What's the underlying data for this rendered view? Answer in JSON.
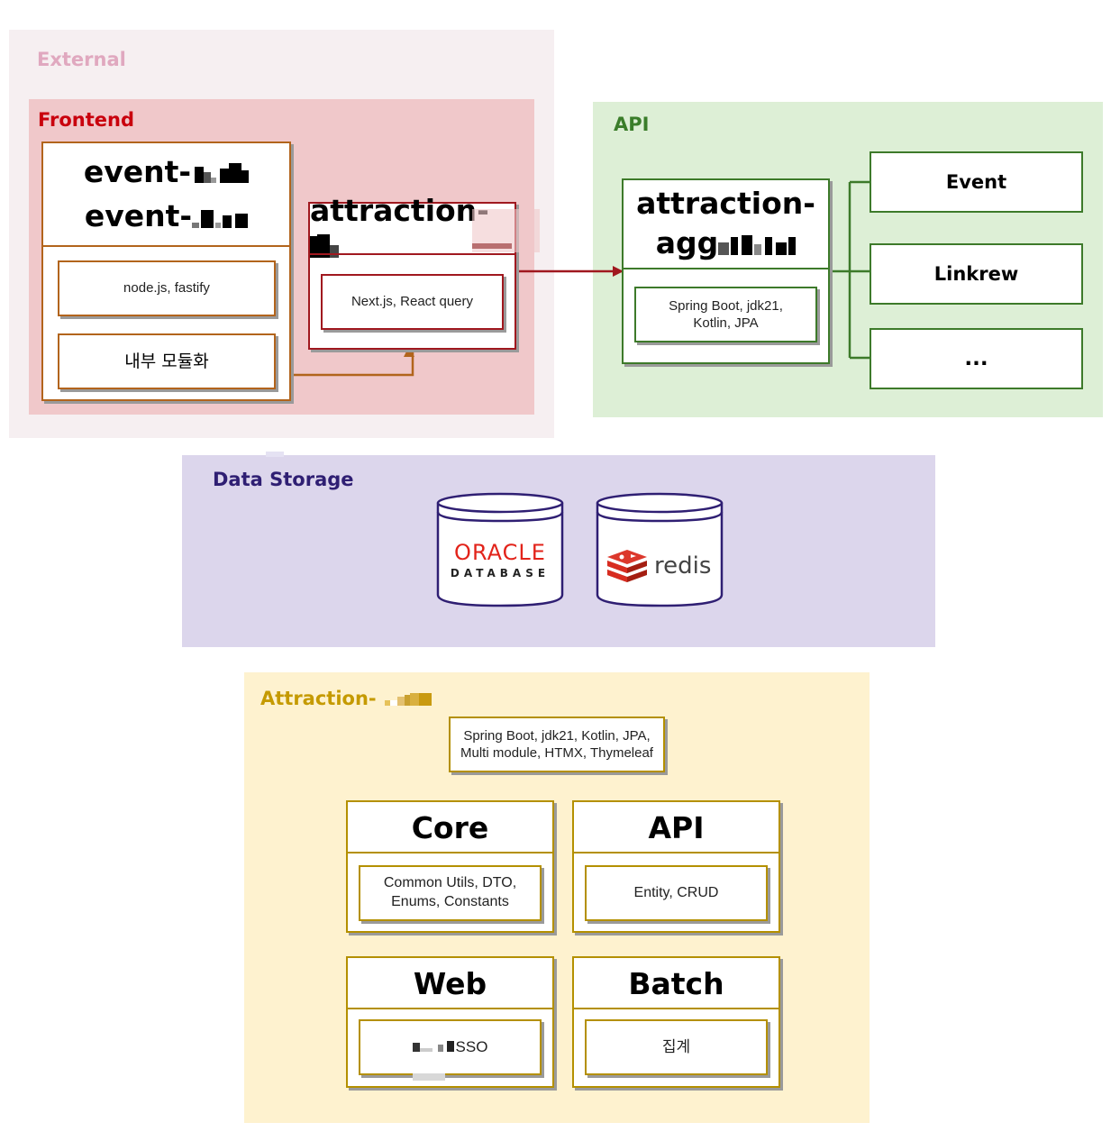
{
  "regions": {
    "external": "External",
    "frontend": "Frontend",
    "api": "API",
    "data_storage": "Data Storage",
    "attraction_backend": "Attraction-"
  },
  "frontend": {
    "event_box": {
      "line1": "event-",
      "line2": "event-",
      "tech": "node.js, fastify",
      "module": "내부 모듈화"
    },
    "attraction_box": {
      "title": "attraction-",
      "tech": "Next.js, React query"
    }
  },
  "api": {
    "aggregator": {
      "title_line1": "attraction-",
      "title_line2": "agg",
      "tech": "Spring Boot, jdk21, Kotlin, JPA"
    },
    "services": [
      "Event",
      "Linkrew",
      "..."
    ]
  },
  "storage": {
    "oracle": {
      "brand": "ORACLE",
      "sub": "DATABASE"
    },
    "redis": {
      "brand": "redis"
    }
  },
  "backend": {
    "tech": "Spring Boot, jdk21, Kotlin, JPA, Multi module, HTMX, Thymeleaf",
    "modules": [
      {
        "title": "Core",
        "desc": "Common Utils, DTO, Enums, Constants"
      },
      {
        "title": "API",
        "desc": "Entity, CRUD"
      },
      {
        "title": "Web",
        "desc": "SSO"
      },
      {
        "title": "Batch",
        "desc": "집계"
      }
    ]
  },
  "colors": {
    "external_bg": "#f6eff1",
    "external_text": "#e0a8bf",
    "frontend_bg": "#f0c8ca",
    "frontend_text": "#c9000d",
    "api_bg": "#ddefd6",
    "api_text": "#3a7d2a",
    "storage_bg": "#dcd6ec",
    "storage_text": "#2f1f73",
    "backend_bg": "#fef2cf",
    "backend_text": "#c59a00",
    "event_border": "#b2641c",
    "attraction_border": "#a0181f",
    "green_border": "#3d7a2a",
    "gold_border": "#b49000"
  }
}
